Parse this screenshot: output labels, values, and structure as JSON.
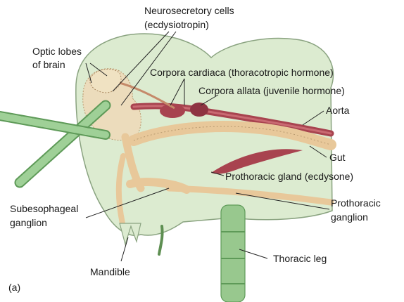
{
  "figure": {
    "panel_label": "(a)",
    "labels": {
      "neurosecretory_line1": "Neurosecretory cells",
      "neurosecretory_line2": "(ecdysiotropin)",
      "optic_line1": "Optic lobes",
      "optic_line2": "of brain",
      "corpora_cardiaca": "Corpora cardiaca (thoracotropic hormone)",
      "corpora_allata": "Corpora allata (juvenile hormone)",
      "aorta": "Aorta",
      "gut": "Gut",
      "prothoracic_gland": "Prothoracic gland (ecdysone)",
      "subesophageal_line1": "Subesophageal",
      "subesophageal_line2": "ganglion",
      "prothoracic_ganglion_line1": "Prothoracic",
      "prothoracic_ganglion_line2": "ganglion",
      "thoracic_leg": "Thoracic leg",
      "mandible": "Mandible"
    }
  },
  "colors": {
    "head_fill": "#dcebd0",
    "head_outline": "#8aa380",
    "nerve": "#e8c89a",
    "gland": "#a8434f",
    "antenna": "#7fb578",
    "leg": "#98c88e",
    "leader": "#222222"
  }
}
